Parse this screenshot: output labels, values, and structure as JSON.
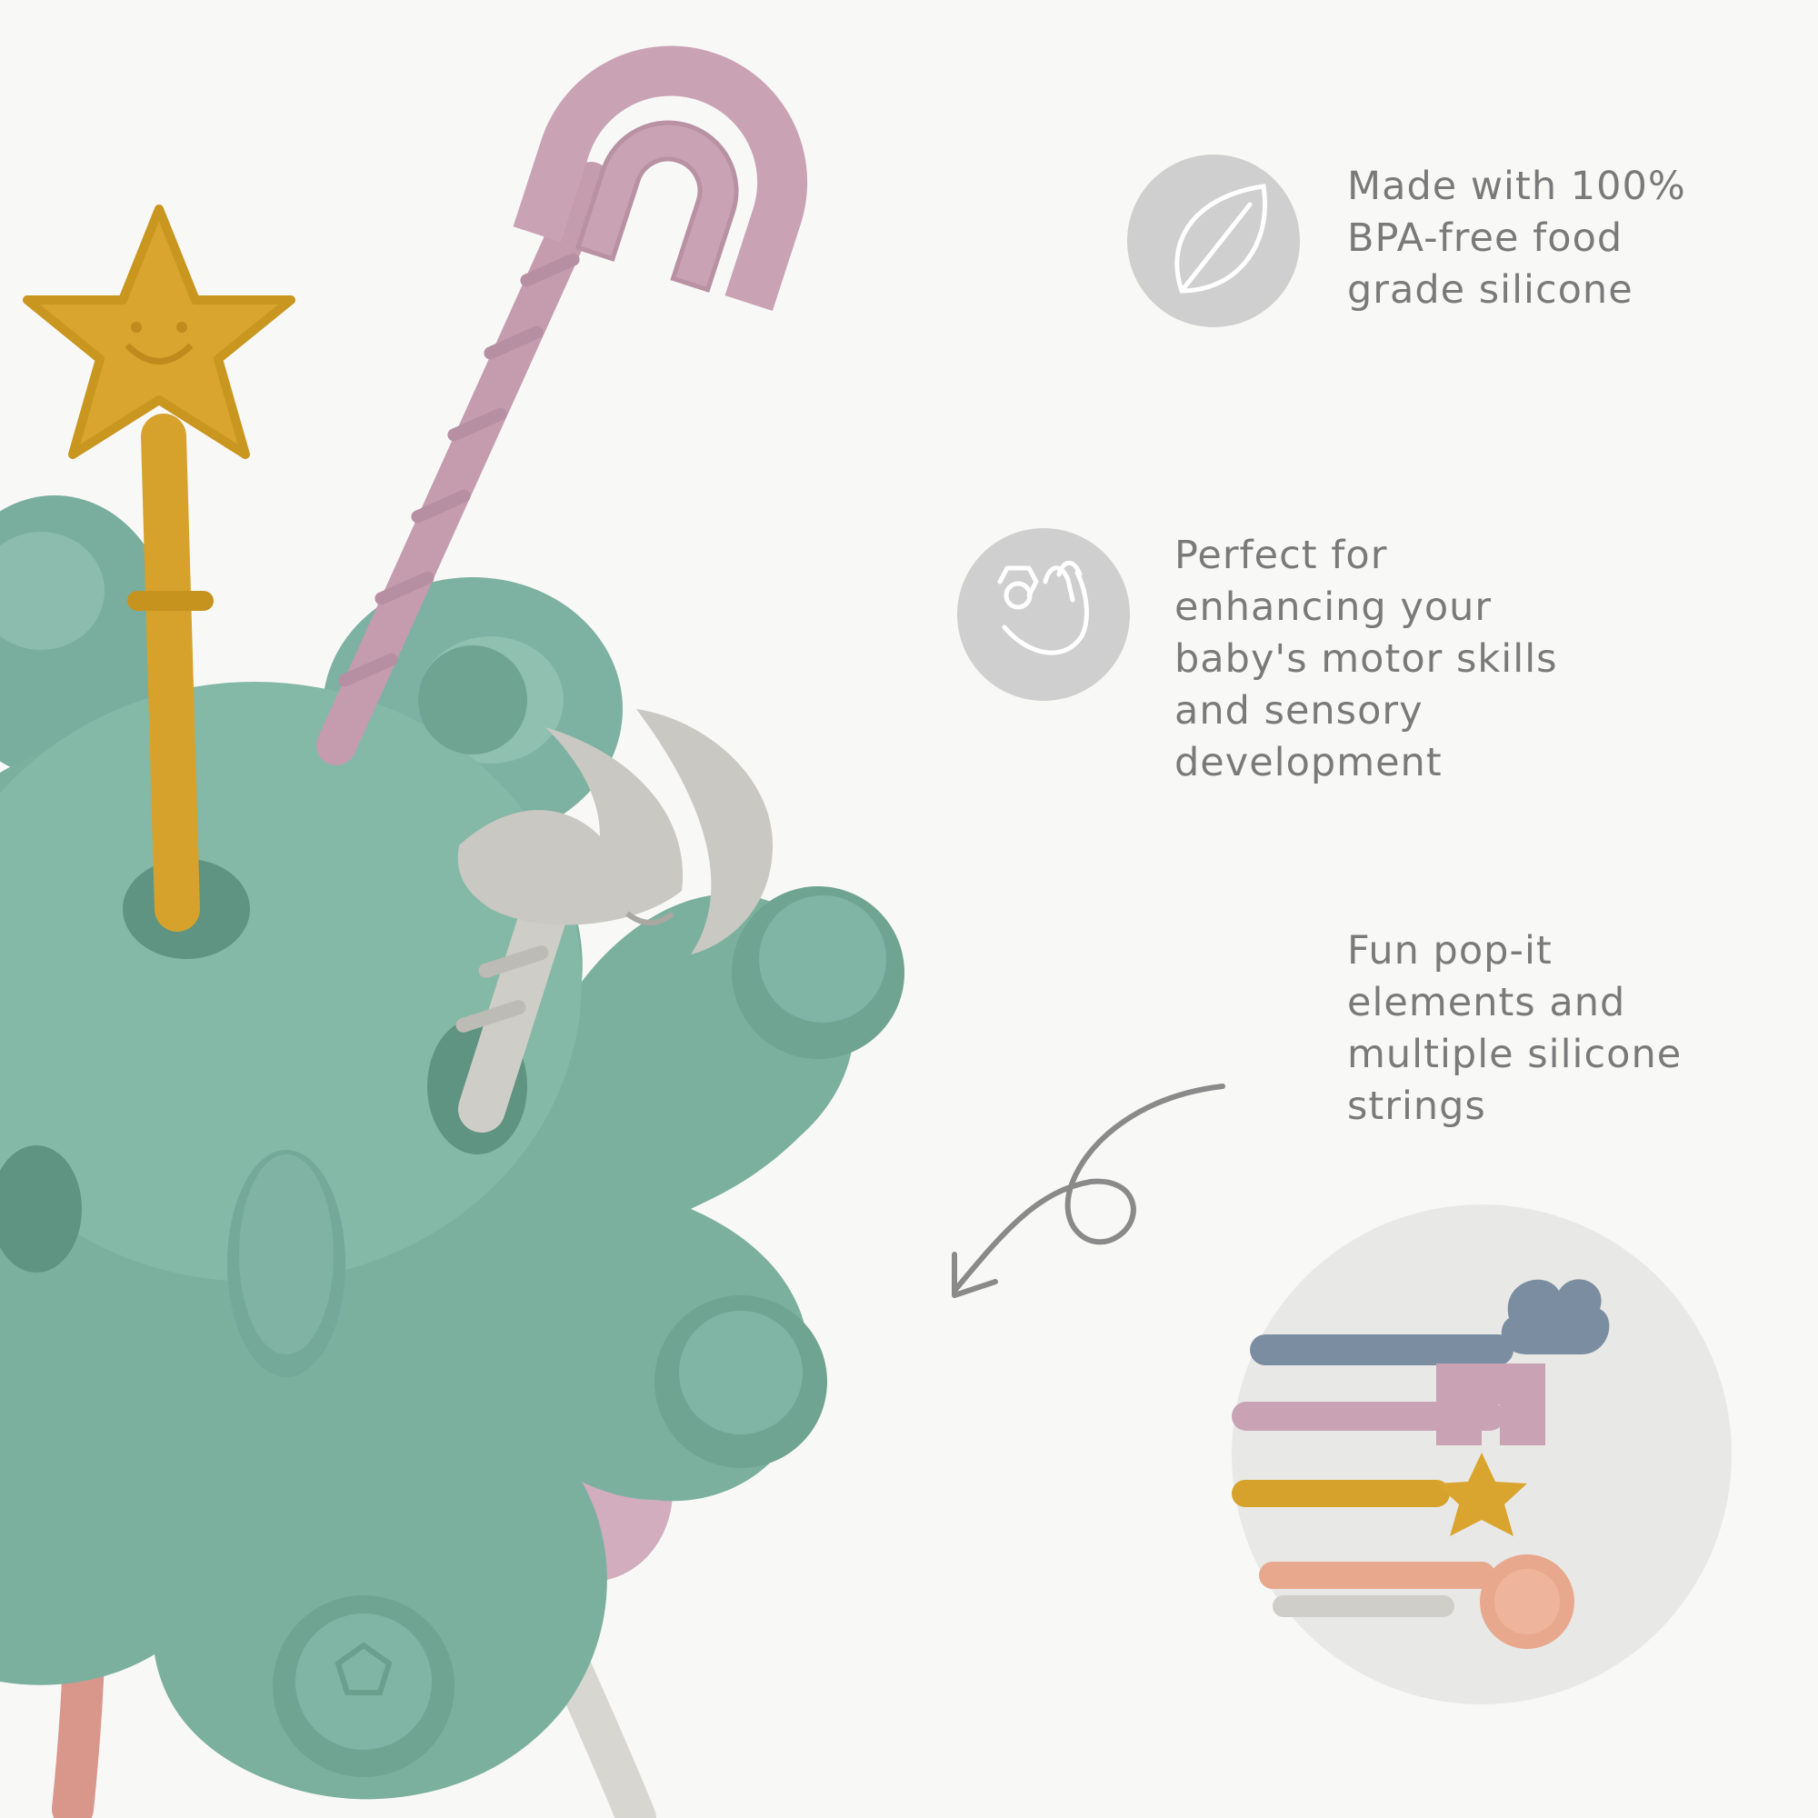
{
  "features": [
    {
      "icon": "leaf-icon",
      "lines": [
        "Made with 100%",
        "BPA-free food",
        "grade silicone"
      ]
    },
    {
      "icon": "hand-touch-icon",
      "lines": [
        "Perfect for",
        "enhancing your",
        "baby's motor skills",
        "and sensory",
        "development"
      ]
    },
    {
      "icon": "curly-arrow-icon",
      "lines": [
        "Fun pop-it",
        "elements and",
        "multiple silicone",
        "strings"
      ]
    }
  ],
  "colors": {
    "background": "#f8f8f7",
    "toy_body": "#7fb3a3",
    "star": "#d9a52e",
    "rainbow": "#c9a2b4",
    "moon": "#c9c8c3",
    "badge": "#cfcfcf",
    "text": "#7a7a7a"
  }
}
